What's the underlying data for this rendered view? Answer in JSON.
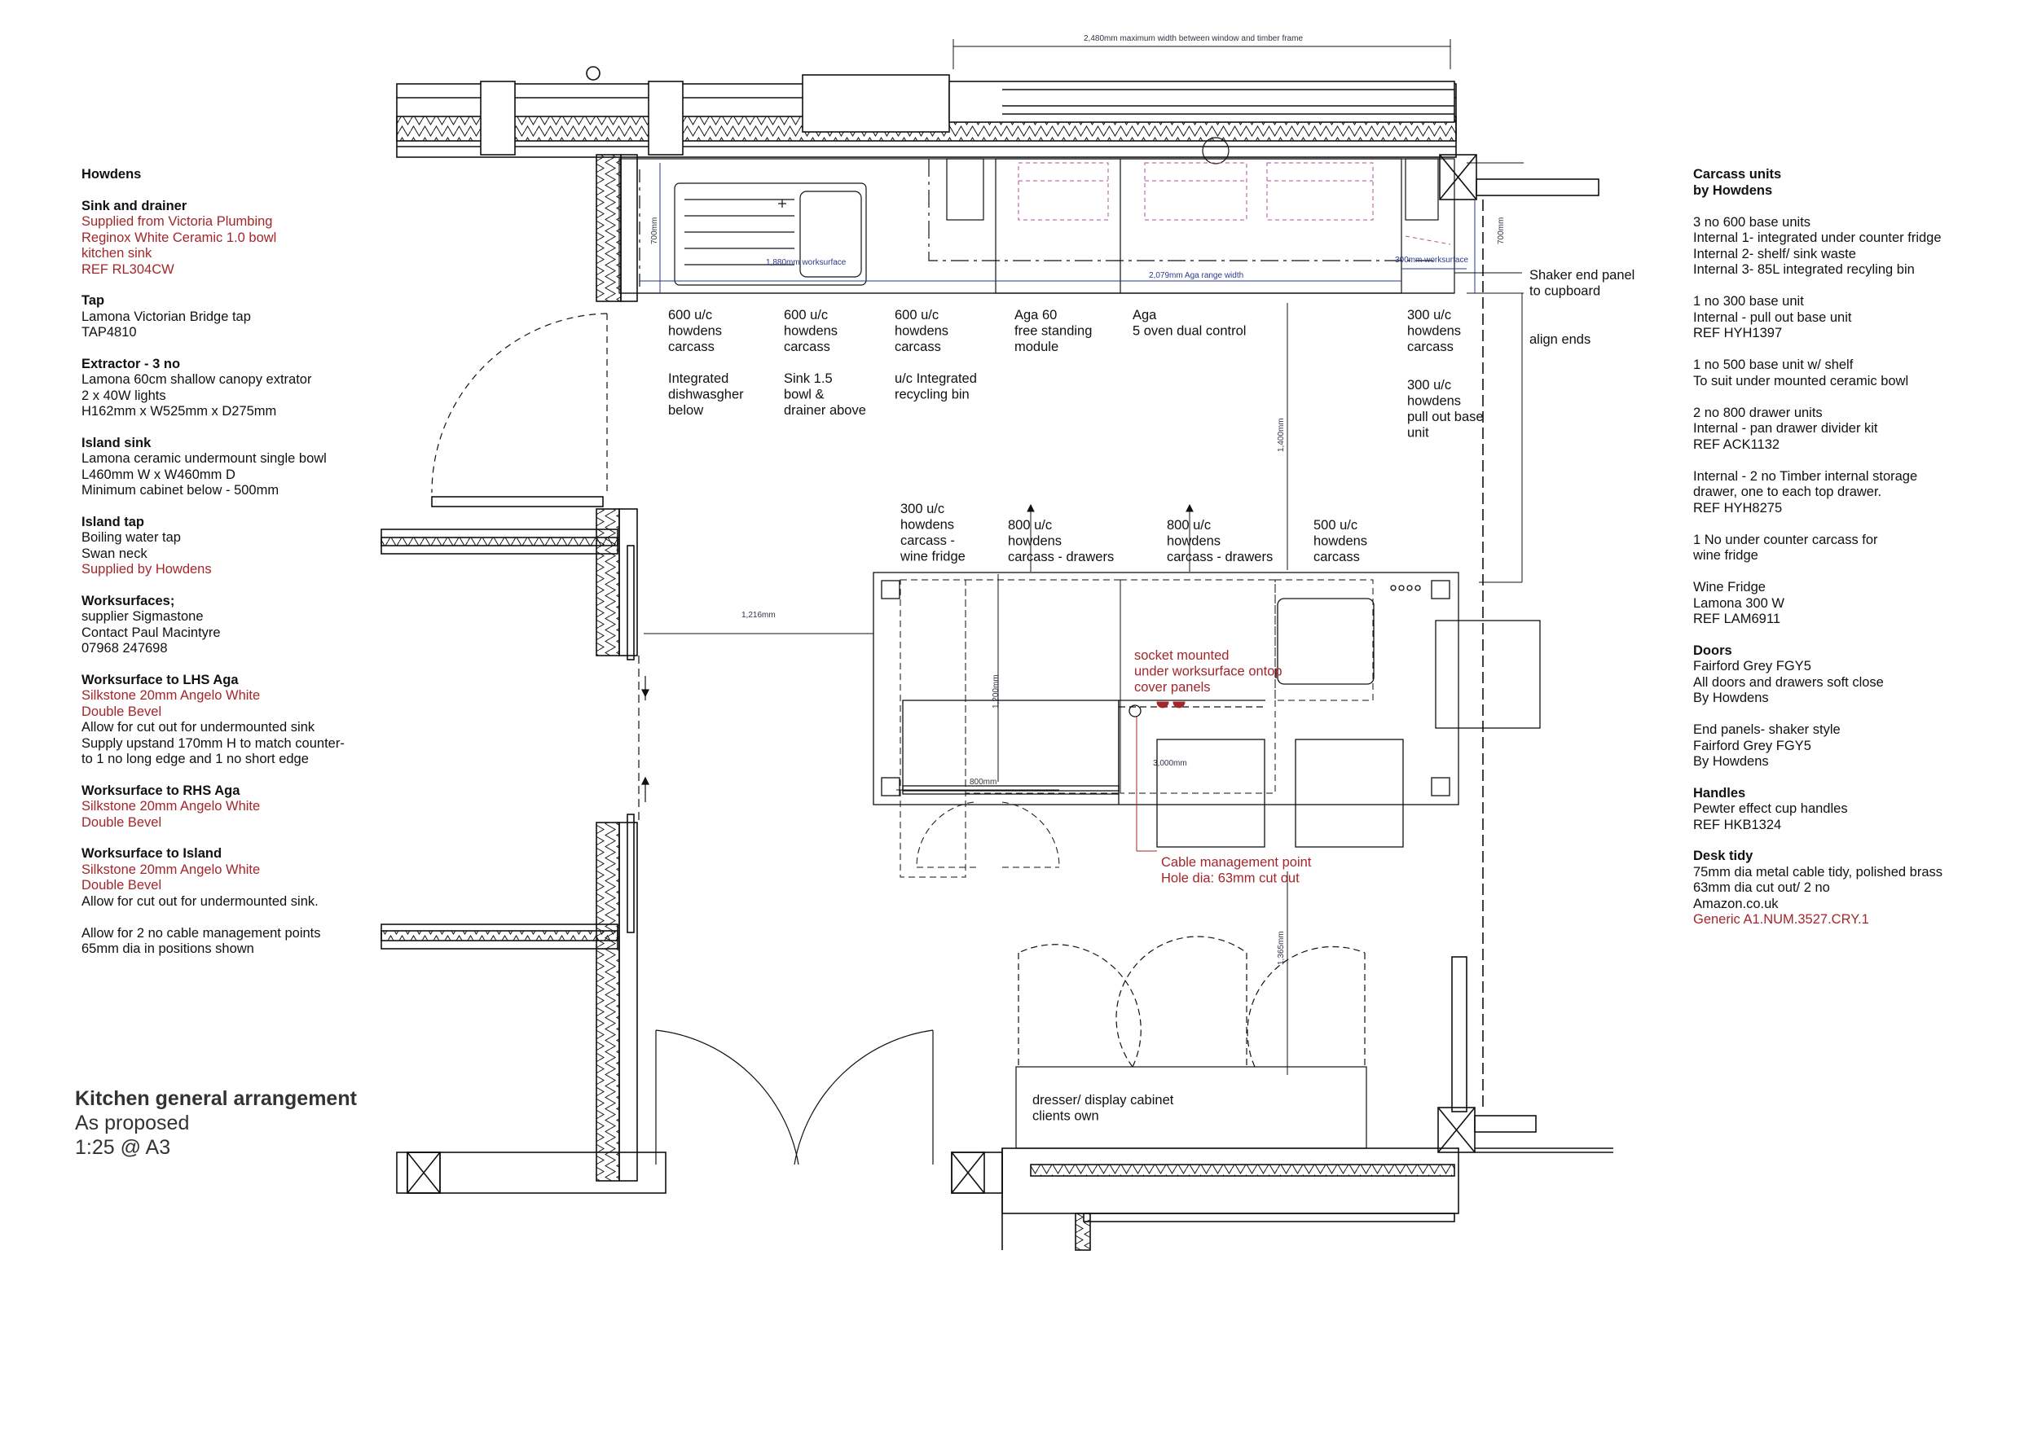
{
  "left_notes": [
    {
      "heading": "Howdens",
      "lines": []
    },
    {
      "heading": "Sink and drainer",
      "lines": [
        {
          "t": "Supplied from Victoria Plumbing",
          "red": true
        },
        {
          "t": "Reginox White Ceramic 1.0 bowl",
          "red": true
        },
        {
          "t": "kitchen sink",
          "red": true
        },
        {
          "t": "REF RL304CW",
          "red": true
        }
      ]
    },
    {
      "heading": "Tap",
      "lines": [
        {
          "t": "Lamona Victorian Bridge tap"
        },
        {
          "t": "TAP4810"
        }
      ]
    },
    {
      "heading": "Extractor - 3 no",
      "lines": [
        {
          "t": "Lamona 60cm shallow canopy extrator"
        },
        {
          "t": "2 x 40W lights"
        },
        {
          "t": "H162mm x W525mm x D275mm"
        }
      ]
    },
    {
      "heading": "Island sink",
      "lines": [
        {
          "t": "Lamona ceramic undermount single bowl"
        },
        {
          "t": "L460mm W x W460mm D"
        },
        {
          "t": "Minimum cabinet below - 500mm"
        }
      ]
    },
    {
      "heading": "Island tap",
      "lines": [
        {
          "t": "Boiling water tap"
        },
        {
          "t": "Swan neck"
        },
        {
          "t": "Supplied by Howdens",
          "red": true
        }
      ]
    },
    {
      "heading": "Worksurfaces;",
      "lines": [
        {
          "t": "supplier Sigmastone"
        },
        {
          "t": "Contact Paul Macintyre"
        },
        {
          "t": "07968 247698"
        }
      ]
    },
    {
      "heading": "Worksurface to LHS Aga",
      "lines": [
        {
          "t": "Silkstone 20mm Angelo White",
          "red": true
        },
        {
          "t": "Double Bevel",
          "red": true
        },
        {
          "t": "Allow for cut out for undermounted sink"
        },
        {
          "t": "Supply upstand 170mm H to match counter-"
        },
        {
          "t": "to 1 no long edge and 1 no short edge"
        }
      ]
    },
    {
      "heading": "Worksurface to RHS Aga",
      "lines": [
        {
          "t": "Silkstone 20mm Angelo White",
          "red": true
        },
        {
          "t": "Double Bevel",
          "red": true
        }
      ]
    },
    {
      "heading": "Worksurface to Island",
      "lines": [
        {
          "t": "Silkstone 20mm Angelo White",
          "red": true
        },
        {
          "t": "Double Bevel",
          "red": true
        },
        {
          "t": "Allow for cut out for undermounted sink."
        },
        {
          "t": ""
        },
        {
          "t": "Allow for 2 no cable management points"
        },
        {
          "t": "65mm dia in positions shown"
        }
      ]
    }
  ],
  "right_notes": [
    {
      "heading": "Carcass units",
      "lines": [
        {
          "t": "by Howdens",
          "bold": true
        },
        {
          "t": ""
        },
        {
          "t": "3 no 600 base units"
        },
        {
          "t": "Internal 1- integrated under counter fridge"
        },
        {
          "t": "Internal 2- shelf/ sink waste"
        },
        {
          "t": "Internal 3- 85L integrated recyling bin"
        },
        {
          "t": ""
        },
        {
          "t": "1 no 300 base unit"
        },
        {
          "t": "Internal - pull out base unit"
        },
        {
          "t": "REF HYH1397"
        },
        {
          "t": ""
        },
        {
          "t": "1 no 500 base unit w/ shelf"
        },
        {
          "t": "To suit under mounted ceramic bowl"
        },
        {
          "t": ""
        },
        {
          "t": "2 no 800 drawer units"
        },
        {
          "t": "Internal - pan drawer divider kit"
        },
        {
          "t": "REF ACK1132"
        },
        {
          "t": ""
        },
        {
          "t": "Internal -  2 no Timber internal storage"
        },
        {
          "t": "drawer, one to each top drawer."
        },
        {
          "t": "REF HYH8275"
        },
        {
          "t": ""
        },
        {
          "t": "1 No under counter carcass for"
        },
        {
          "t": "wine fridge"
        },
        {
          "t": ""
        },
        {
          "t": "Wine Fridge"
        },
        {
          "t": "Lamona 300 W"
        },
        {
          "t": "REF LAM6911"
        }
      ]
    },
    {
      "heading": "Doors",
      "lines": [
        {
          "t": "Fairford Grey FGY5"
        },
        {
          "t": "All doors and drawers soft close"
        },
        {
          "t": "By Howdens"
        },
        {
          "t": ""
        },
        {
          "t": "End panels- shaker style"
        },
        {
          "t": "Fairford Grey FGY5"
        },
        {
          "t": "By Howdens"
        }
      ]
    },
    {
      "heading": "Handles",
      "lines": [
        {
          "t": "Pewter effect cup handles"
        },
        {
          "t": "REF HKB1324"
        }
      ]
    },
    {
      "heading": "Desk tidy",
      "lines": [
        {
          "t": "75mm dia metal cable tidy, polished brass"
        },
        {
          "t": "63mm dia cut out/ 2 no"
        },
        {
          "t": "Amazon.co.uk"
        },
        {
          "t": "Generic A1.NUM.3527.CRY.1",
          "red": true
        }
      ]
    }
  ],
  "title_block": {
    "title": "Kitchen general arrangement",
    "subtitle": "As proposed",
    "scale": "1:25 @ A3"
  },
  "plan_labels": {
    "unit1": [
      "600 u/c",
      "howdens",
      "carcass",
      "",
      "Integrated",
      "dishwasgher",
      "below"
    ],
    "unit2": [
      "600 u/c",
      "howdens",
      "carcass",
      "",
      "Sink 1.5",
      "bowl &",
      "drainer above"
    ],
    "unit3": [
      "600 u/c",
      "howdens",
      "carcass",
      "",
      "u/c Integrated",
      "recycling bin"
    ],
    "aga60": [
      "Aga 60",
      "free standing",
      "module"
    ],
    "aga": [
      "Aga",
      "5 oven dual control"
    ],
    "unit300a": [
      "300 u/c",
      "howdens",
      "carcass"
    ],
    "unit300b": [
      "300 u/c",
      "howdens",
      "pull out base",
      "unit"
    ],
    "shaker": [
      "Shaker end panel",
      "to cupboard"
    ],
    "align": [
      "align ends"
    ],
    "wine": [
      "300 u/c",
      "howdens",
      "carcass -",
      "wine fridge"
    ],
    "drawers1": [
      "800 u/c",
      "howdens",
      "carcass - drawers"
    ],
    "drawers2": [
      "800 u/c",
      "howdens",
      "carcass - drawers"
    ],
    "unit500": [
      "500 u/c",
      "howdens",
      "carcass"
    ],
    "socket": [
      "socket mounted",
      "under worksurface ontop",
      "cover panels"
    ],
    "cable": [
      "Cable management point",
      "Hole dia: 63mm cut out"
    ],
    "dresser": [
      "dresser/ display cabinet",
      "clients own"
    ]
  },
  "dimensions": {
    "top_width": "2,480mm maximum width between window and timber frame",
    "worksurface_left": "1,880mm worksurface",
    "aga_range": "2,079mm Aga range width",
    "worksurface_right": "300mm worksurface",
    "depth_left": "700mm",
    "depth_right": "700mm",
    "gap_1400": "1,400mm",
    "gap_1216": "1,216mm",
    "island_depth": "1,200mm",
    "island_len": "3,000mm",
    "unit_800": "800mm",
    "gap_1365": "1,365mm"
  },
  "colors": {
    "ink": "#111111",
    "red": "#a3262b",
    "blue": "#2b3a8a",
    "magenta": "#b0509a"
  }
}
